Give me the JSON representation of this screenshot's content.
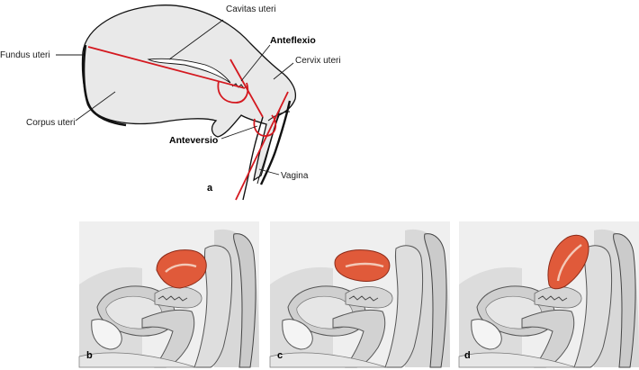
{
  "panel_a": {
    "letter": "a",
    "labels": {
      "cavitas": "Cavitas uteri",
      "fundus": "Fundus uteri",
      "anteflexio": "Anteflexio",
      "cervix": "Cervix uteri",
      "corpus": "Corpus uteri",
      "anteversio": "Anteversio",
      "vagina": "Vagina"
    }
  },
  "panels": [
    {
      "letter": "b"
    },
    {
      "letter": "c"
    },
    {
      "letter": "d"
    }
  ],
  "colors": {
    "axis_red": "#d4181f",
    "uterus_fill": "#e9e9e9",
    "uterus_orange": "#e05a3a",
    "panel_bg": "#eeeeee"
  }
}
